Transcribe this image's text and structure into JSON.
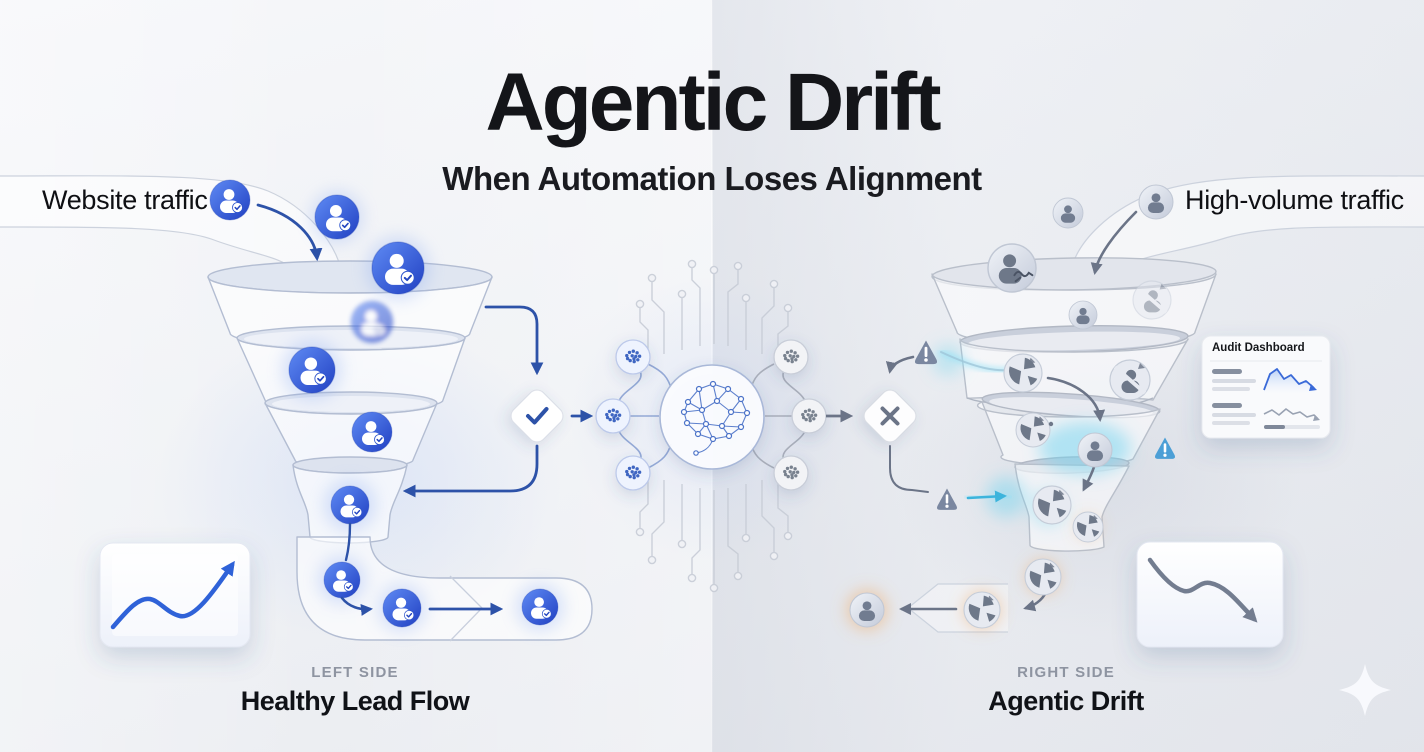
{
  "header": {
    "title": "Agentic Drift",
    "subtitle": "When Automation Loses Alignment"
  },
  "left_panel": {
    "traffic_label": "Website traffic",
    "caption": "LEFT SIDE",
    "title": "Healthy Lead Flow"
  },
  "right_panel": {
    "traffic_label": "High-volume traffic",
    "caption": "RIGHT SIDE",
    "title": "Agentic Drift",
    "audit_card": {
      "title": "Audit Dashboard"
    }
  },
  "icons": {
    "lead-user-icon": "person in blue circle with check badge",
    "gray-user-icon": "person in gray circle",
    "broken-lead-icon": "fragmented pie circle",
    "broken-user-icon": "person circle sliced apart",
    "glitched-user-icon": "person with error scribble",
    "warning-icon": "exclamation triangle (slate)",
    "alert-warning-icon": "exclamation triangle (blue)",
    "check-diamond-icon": "✓ in rounded diamond",
    "x-diamond-icon": "✕ in rounded diamond",
    "ai-brain-icon": "network brain in circle",
    "mini-brain-icon": "dotted brain node",
    "circuit-trace-icon": "pcb traces with terminals",
    "trend-up-icon": "rising chart line with arrow",
    "trend-down-icon": "falling chart line with arrow",
    "sparkle-icon": "four point star"
  },
  "colors": {
    "accent_blue": "#2d52a8",
    "lead_blue": "#2f55d0",
    "neutral_gray": "#717c90",
    "warning_slate": "#7a87a0",
    "alert_blue": "#4c9fd6",
    "glow_cyan": "#7fd8f2",
    "glow_orange": "#f2b279",
    "text_primary": "#17181c",
    "text_muted": "#8e94a1"
  }
}
